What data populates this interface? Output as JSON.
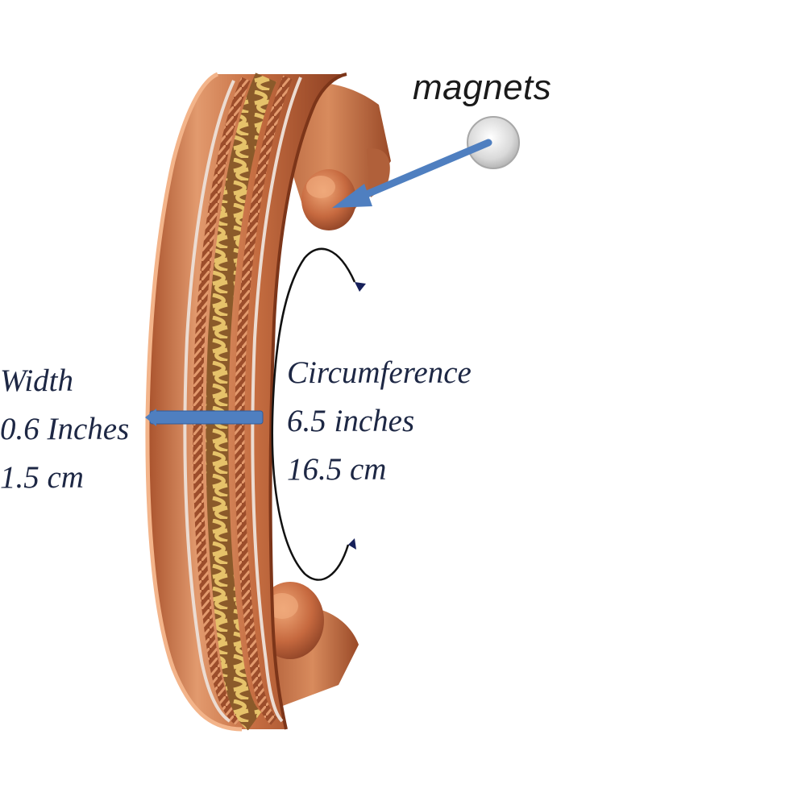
{
  "annotations": {
    "magnets": "magnets",
    "width_title": "Width",
    "width_inches": "0.6 Inches",
    "width_cm": "1.5 cm",
    "circ_title": "Circumference",
    "circ_inches": "6.5 inches",
    "circ_cm": "16.5 cm"
  },
  "colors": {
    "copper": "#c9764a",
    "copper_dark": "#8e4326",
    "brass": "#c9a24a",
    "silver": "#e3d6cf",
    "arrow_blue": "#4f7fc0",
    "text_navy": "#1d2744",
    "circ_arrow_navy": "#16205a"
  },
  "icons": [
    "bracelet-image",
    "magnet-disc-icon",
    "magnet-arrow-icon",
    "width-bar-icon",
    "circumference-arc-icon"
  ]
}
